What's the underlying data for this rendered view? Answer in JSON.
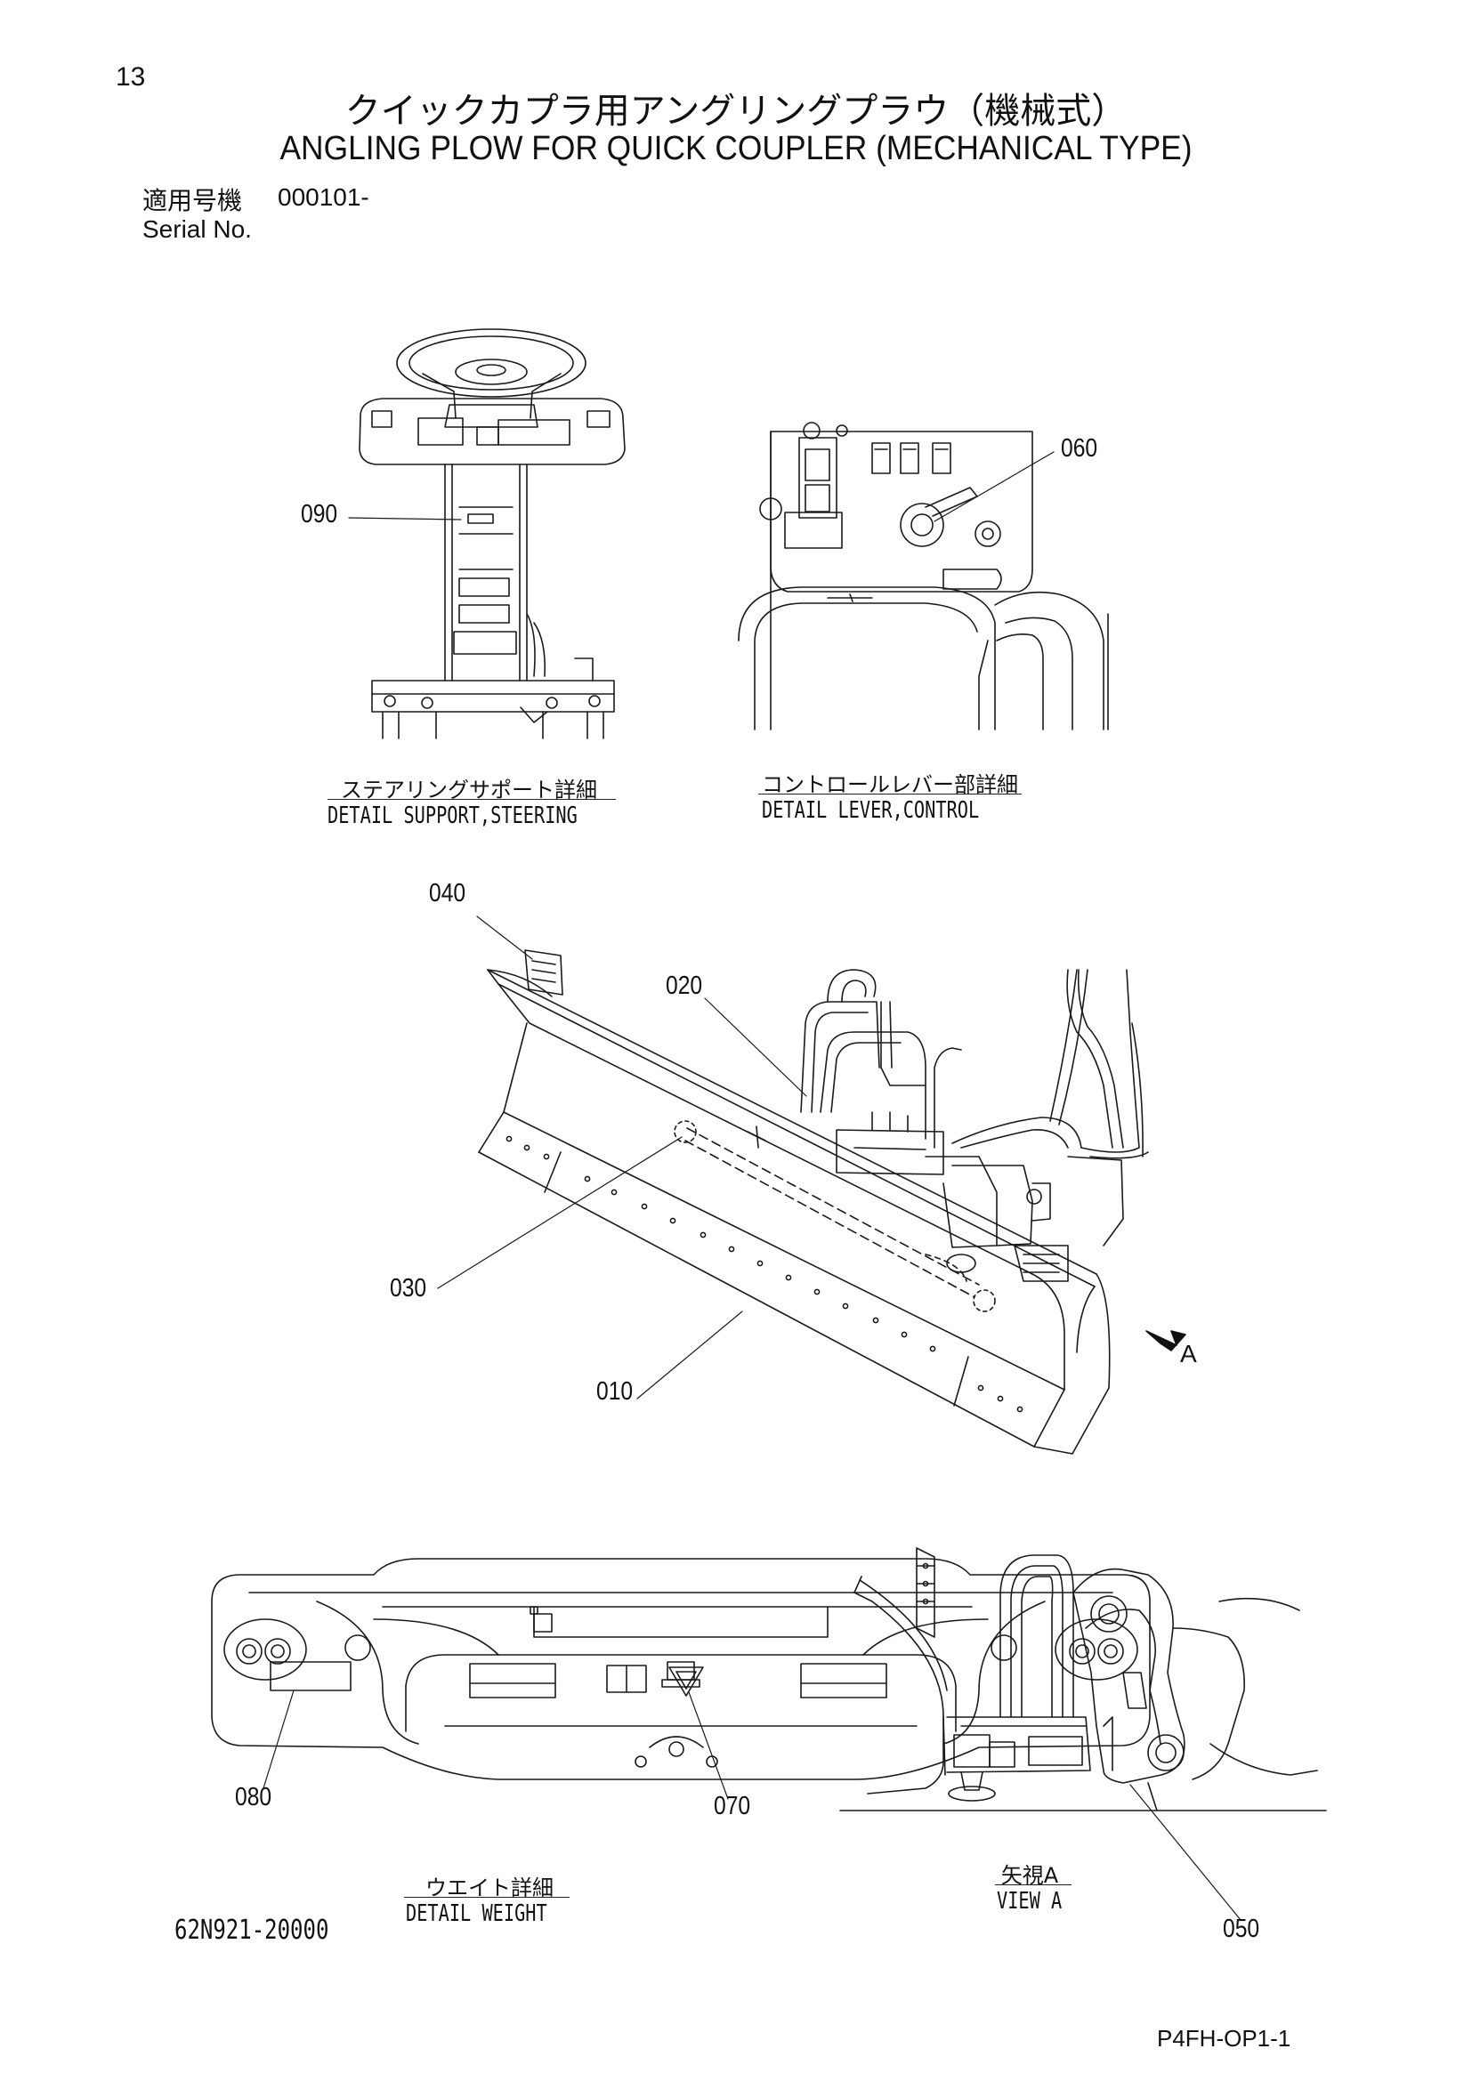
{
  "page_number": "13",
  "title_jp": "クイックカプラ用アングリングプラウ（機械式）",
  "title_en": "ANGLING PLOW FOR QUICK COUPLER (MECHANICAL TYPE)",
  "serial": {
    "label_jp": "適用号機",
    "value": "000101-",
    "label_en": "Serial No."
  },
  "details": {
    "steering": {
      "jp": "ステアリングサポート詳細",
      "en": "DETAIL SUPPORT,STEERING"
    },
    "lever": {
      "jp": "コントロールレバー部詳細",
      "en": "DETAIL LEVER,CONTROL"
    },
    "weight": {
      "jp": "ウエイト詳細",
      "en": "DETAIL WEIGHT"
    },
    "view_a": {
      "jp": "矢視A",
      "en": "VIEW A"
    }
  },
  "view_arrow_label": "A",
  "callouts": {
    "c010": "010",
    "c020": "020",
    "c030": "030",
    "c040": "040",
    "c050": "050",
    "c060": "060",
    "c070": "070",
    "c080": "080",
    "c090": "090"
  },
  "document_number": "62N921-20000",
  "sheet_code": "P4FH-OP1-1"
}
